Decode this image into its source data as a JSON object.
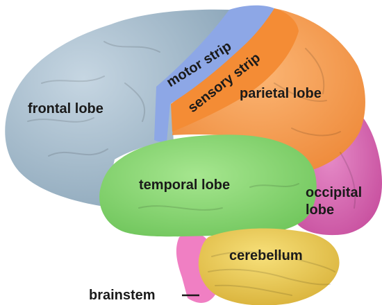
{
  "labels": {
    "frontal_lobe": "frontal lobe",
    "motor_strip": "motor strip",
    "sensory_strip": "sensory strip",
    "parietal_lobe": "parietal lobe",
    "temporal_lobe": "temporal lobe",
    "occipital_lobe_line1": "occipital",
    "occipital_lobe_line2": "lobe",
    "cerebellum": "cerebellum",
    "brainstem": "brainstem"
  },
  "colors": {
    "frontal_lobe": "#a8c0d2",
    "motor_strip": "#8da7e6",
    "sensory_strip": "#f48c35",
    "parietal_lobe": "#f8a35a",
    "temporal_lobe": "#8fdc78",
    "occipital_lobe": "#db6eb9",
    "cerebellum": "#f0d25c",
    "brainstem": "#f07fc3",
    "label_text": "#1a1a1a"
  }
}
